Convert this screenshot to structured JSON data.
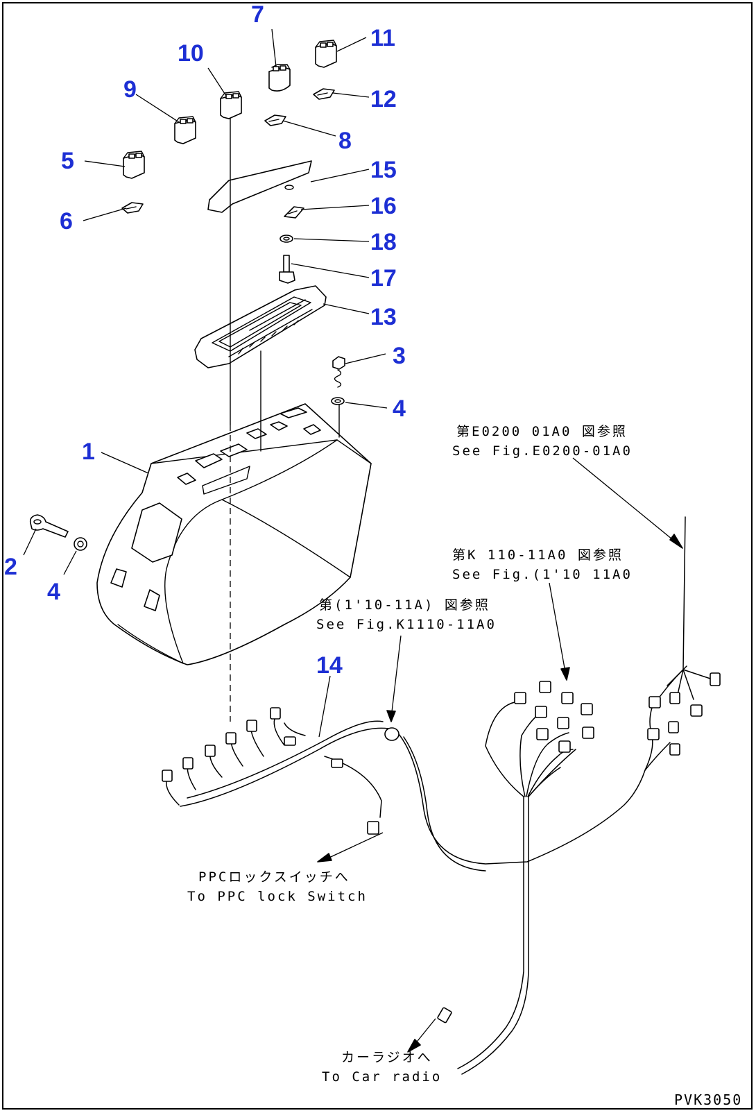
{
  "callouts": [
    {
      "id": "1",
      "label": "1"
    },
    {
      "id": "2",
      "label": "2"
    },
    {
      "id": "3",
      "label": "3"
    },
    {
      "id": "4a",
      "label": "4"
    },
    {
      "id": "4b",
      "label": "4"
    },
    {
      "id": "5",
      "label": "5"
    },
    {
      "id": "6",
      "label": "6"
    },
    {
      "id": "7",
      "label": "7"
    },
    {
      "id": "8",
      "label": "8"
    },
    {
      "id": "9",
      "label": "9"
    },
    {
      "id": "10",
      "label": "10"
    },
    {
      "id": "11",
      "label": "11"
    },
    {
      "id": "12",
      "label": "12"
    },
    {
      "id": "13",
      "label": "13"
    },
    {
      "id": "14",
      "label": "14"
    },
    {
      "id": "15",
      "label": "15"
    },
    {
      "id": "16",
      "label": "16"
    },
    {
      "id": "17",
      "label": "17"
    },
    {
      "id": "18",
      "label": "18"
    }
  ],
  "notes": {
    "e0200_jp": "第E0200 01A0 図参照",
    "e0200_en": "See Fig.E0200-01A0",
    "k1110_jp": "第K 110-11A0 図参照",
    "k1110_en": "See Fig.(1'10 11A0",
    "k1110b_jp": "第(1'10-11A) 図参照",
    "k1110b_en": "See Fig.K1110-11A0",
    "ppc_jp": "PPCロックスイッチへ",
    "ppc_en": "To PPC lock Switch",
    "radio_jp": "カーラジオへ",
    "radio_en": "To Car radio"
  },
  "drawing_code": "PVK3050",
  "colors": {
    "callout": "#1d2fd4",
    "line": "#000000",
    "background": "#ffffff"
  }
}
